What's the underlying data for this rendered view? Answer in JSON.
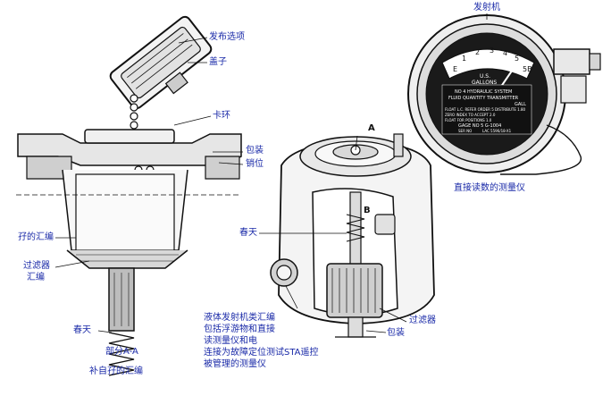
{
  "labels": {
    "cover_option": "发布选项",
    "cap": "盖子",
    "clip": "卡环",
    "gasket": "包装",
    "detent": "销位",
    "assembly_left": "孖的汇编",
    "filter_asm": "过滤器",
    "filter_asm2": "汇编",
    "spring_left": "春天",
    "section": "部分A-A",
    "caption_left": "补自孖的汇编",
    "label_a": "A",
    "label_b": "B",
    "spring_mid": "春天",
    "desc_line1": "液体发射机类汇编",
    "desc_line2": "包括浮游物和直接",
    "desc_line3": "读测量仪和电",
    "desc_line4": "连接为故障定位测试STA遥控",
    "desc_line5": "被管理的测量仪",
    "gasket_mid": "包装",
    "filter_mid": "过滤器",
    "transmitter": "发射机",
    "gauge_caption": "直接读数的测量仪"
  },
  "gauge": {
    "scale_numbers": [
      "1",
      "2",
      "3",
      "4",
      "5"
    ],
    "scale_end_left": "E",
    "scale_end_right": "5B",
    "unit_line1": "U.S.",
    "unit_line2": "GALLONS",
    "plate_title1": "NO 4 HYDRAULIC SYSTEM",
    "plate_title2": "FLUID QUANTITY TRANSMITTER",
    "plate_small": "GALL",
    "plate_row1": "FLOAT L.C. REFER ORDER 5 DISTRIBUTE 1.80",
    "plate_row2": "ZERO INDEX TO ACCEPT 2.0",
    "plate_row3": "FLOAT FOR POSITIONS 1.0",
    "plate_part": "GAGE NO 5 G-1004",
    "plate_ser": "SER NO",
    "plate_mfr": "LAC 5596/18-X1"
  },
  "colors": {
    "label_blue": "#1a2aa8",
    "ink": "#111111"
  }
}
